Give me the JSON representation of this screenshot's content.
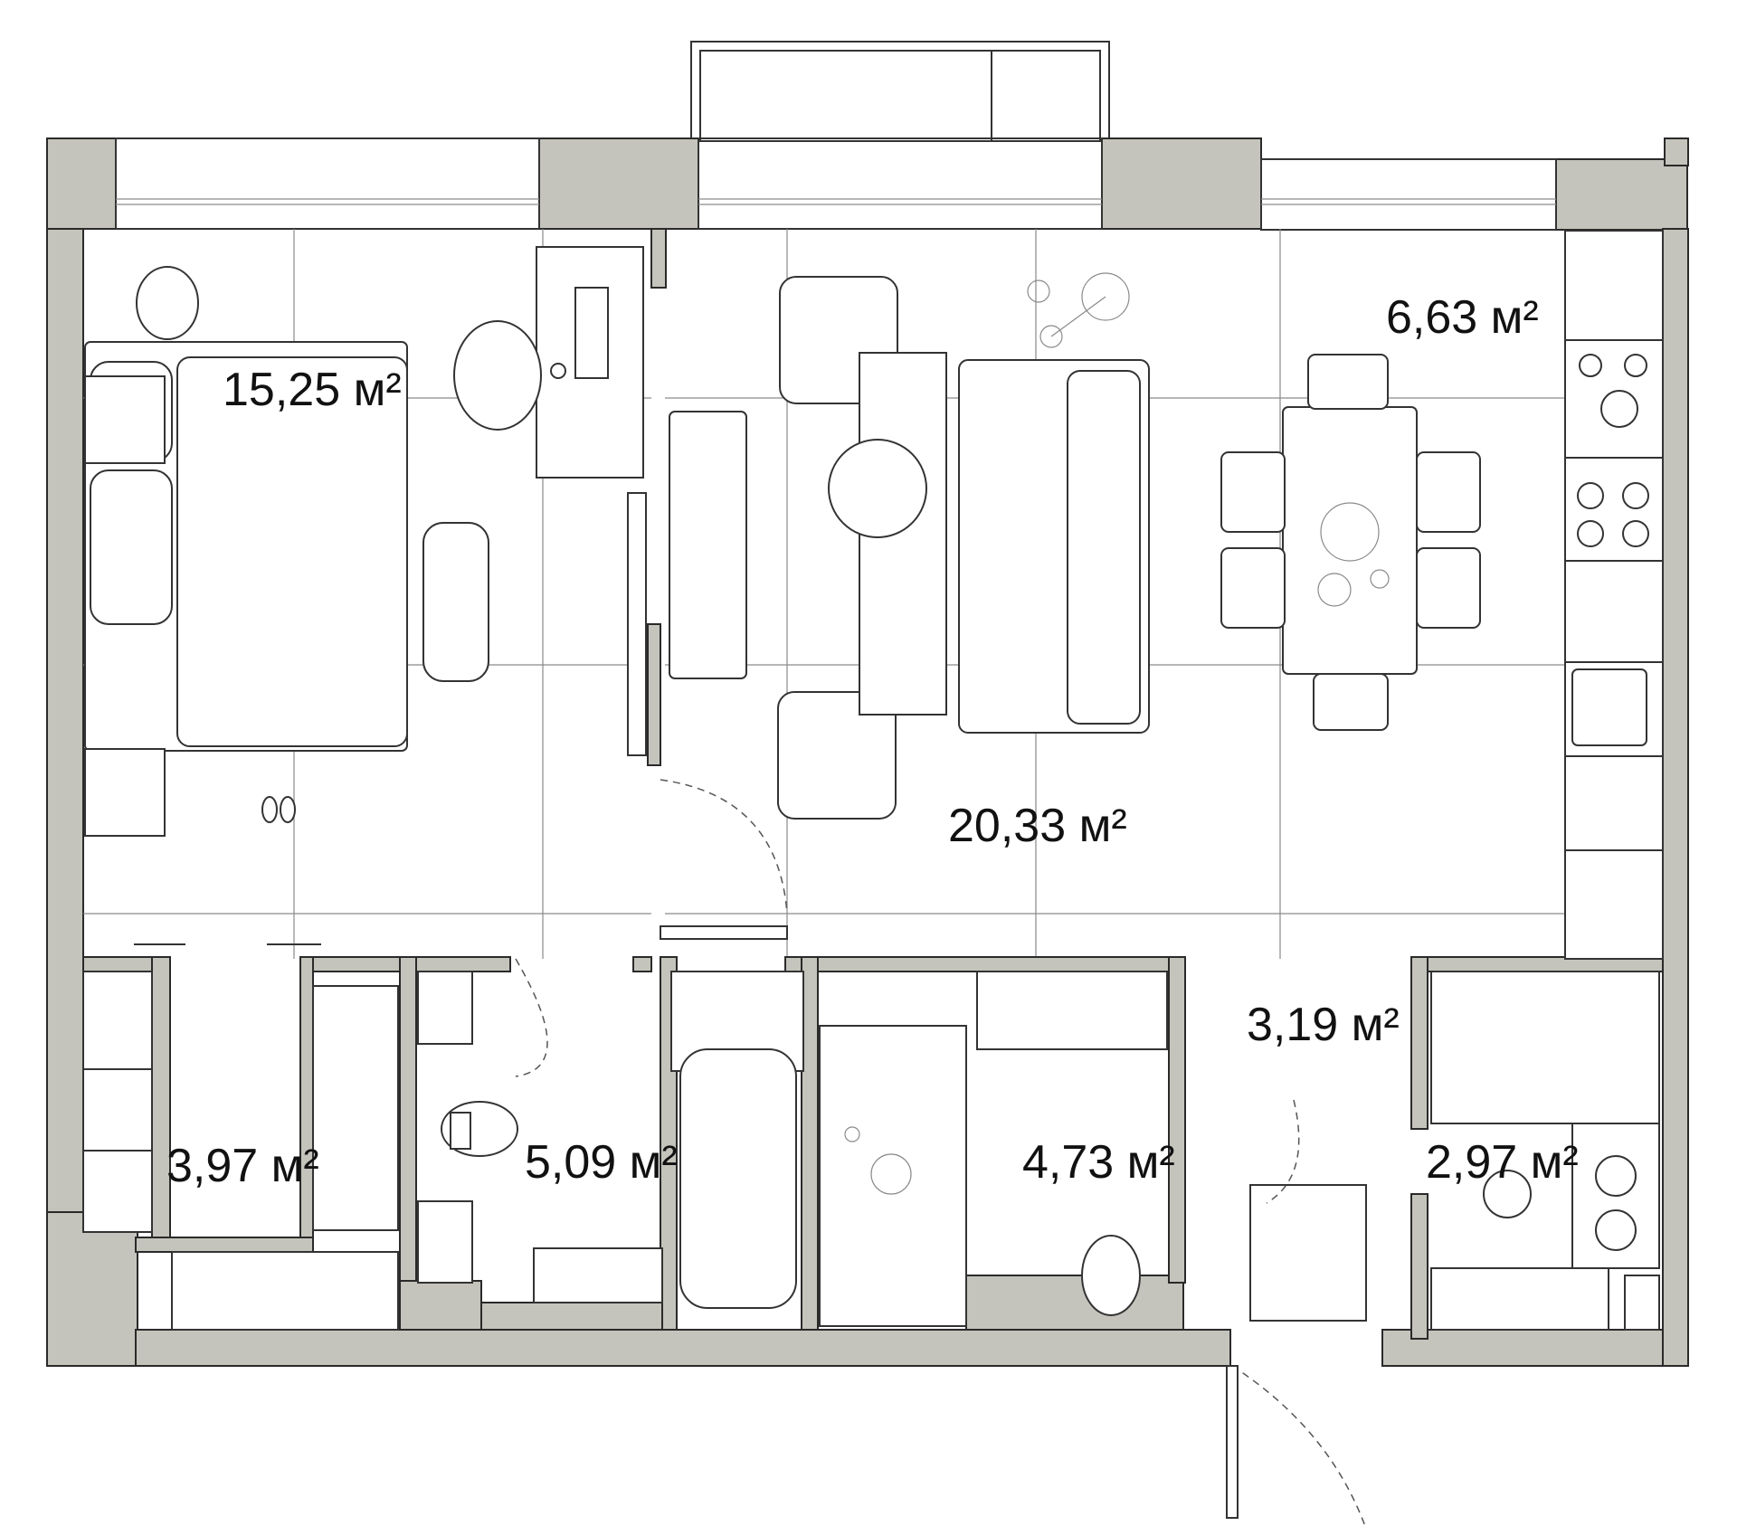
{
  "plan": {
    "rooms": [
      {
        "id": "bedroom",
        "area_label": "15,25 м²"
      },
      {
        "id": "living-room",
        "area_label": "20,33 м²"
      },
      {
        "id": "kitchen",
        "area_label": "6,63 м²"
      },
      {
        "id": "hallway",
        "area_label": "3,19 м²"
      },
      {
        "id": "wardrobe-left",
        "area_label": "3,97 м²"
      },
      {
        "id": "bathroom",
        "area_label": "5,09 м²"
      },
      {
        "id": "shower-room",
        "area_label": "4,73 м²"
      },
      {
        "id": "storage-right",
        "area_label": "2,97 м²"
      }
    ]
  },
  "colors": {
    "wall_fill": "#c4c4bc",
    "wall_stroke": "#2a2a2a",
    "floor_fill": "#ffffff",
    "label_text": "#111111"
  }
}
